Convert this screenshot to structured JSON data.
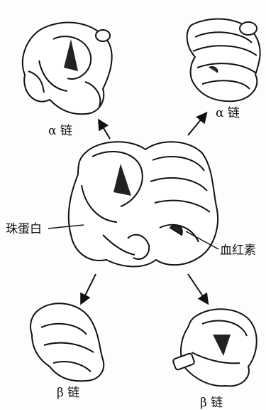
{
  "labels": {
    "alpha_left": "α 链",
    "alpha_right": "α 链",
    "center_left": "珠蛋白",
    "center_right": "血红素",
    "beta_left": "β 链",
    "beta_right": "β 链"
  }
}
